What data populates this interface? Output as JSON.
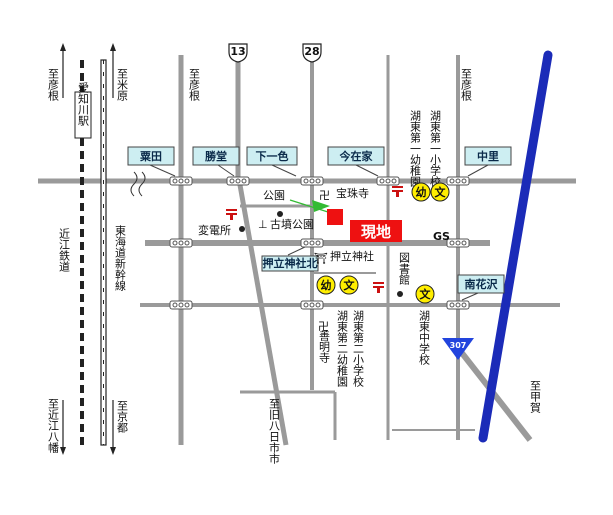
{
  "colors": {
    "road": "#9a9a9a",
    "lake_road": "#1b2bb8",
    "label_box": "#cdeef2",
    "current_red": "#ee1111",
    "school_yellow": "#ffee00",
    "route_shield": "#2244dd",
    "park_green": "#33bb33"
  },
  "current_location": "現地",
  "route_shields": {
    "r13": "13",
    "r28": "28",
    "r307": "307"
  },
  "intersections": {
    "awata": "粟田",
    "katsudo": "勝堂",
    "shimoichi": "下一色",
    "imazaike": "今在家",
    "nakazato": "中里",
    "oshitate_jinja_kita": "押立神社北",
    "minami_kezawa": "南花沢"
  },
  "directions": {
    "to_hikone_left": "至彦根",
    "to_yonehara": "至米原",
    "to_hikone_mid": "至彦根",
    "to_hikone_right": "至彦根",
    "to_omi_hachiman": "至近江八幡",
    "to_kyoto": "至京都",
    "to_koka": "至甲賀",
    "to_yokaichi": "至旧八日市市"
  },
  "railways": {
    "aichigawa_station": "愛知川駅",
    "omi_railway": "近江鉄道",
    "tokaido_shinkansen": "東海道新幹線"
  },
  "places": {
    "park": "公園",
    "hojuji": "宝珠寺",
    "substation": "変電所",
    "kofun_park": "古墳公園",
    "gas_station": "GS",
    "oshitate_jinja": "押立神社",
    "library": "図書館",
    "komyoji": "善明寺",
    "kindergarten_1": "湖東第一幼稚園",
    "elementary_1": "湖東第一小学校",
    "kindergarten_2": "湖東第二幼稚園",
    "elementary_2": "湖東第二小学校",
    "junior_high": "湖東中学校"
  },
  "symbols": {
    "kindergarten": "幼",
    "school": "文",
    "temple": "卍",
    "shrine": "⛩"
  }
}
